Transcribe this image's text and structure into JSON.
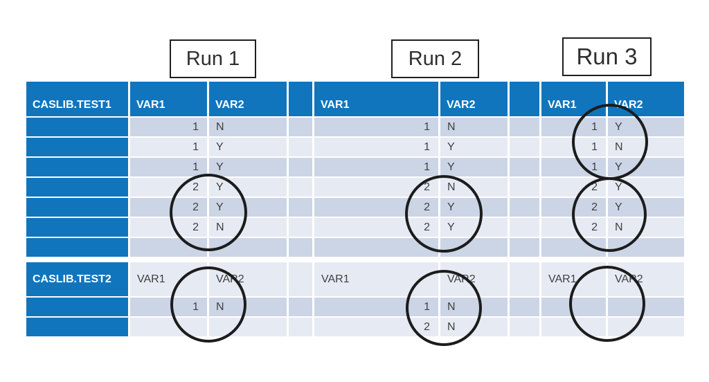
{
  "slide": {
    "run_labels": [
      "Run 1",
      "Run 2",
      "Run 3"
    ]
  },
  "colors": {
    "header_blue": "#1075BD",
    "band_dark": "#CBD5E6",
    "band_light": "#E6EAF3",
    "ink": "#3F3F3F",
    "header_text": "#FFFFFF",
    "annotation": "#1C1C1C",
    "box_border": "#1E1E1E"
  },
  "table1": {
    "label": "CASLIB.TEST1",
    "columns": [
      "VAR1",
      "VAR2",
      "VAR1",
      "VAR2",
      "VAR1",
      "VAR2"
    ],
    "rows": [
      {
        "run1": [
          "1",
          "N"
        ],
        "run2": [
          "1",
          "N"
        ],
        "run3": [
          "1",
          "Y"
        ]
      },
      {
        "run1": [
          "1",
          "Y"
        ],
        "run2": [
          "1",
          "Y"
        ],
        "run3": [
          "1",
          "N"
        ]
      },
      {
        "run1": [
          "1",
          "Y"
        ],
        "run2": [
          "1",
          "Y"
        ],
        "run3": [
          "1",
          "Y"
        ]
      },
      {
        "run1": [
          "2",
          "Y"
        ],
        "run2": [
          "2",
          "N"
        ],
        "run3": [
          "2",
          "Y"
        ]
      },
      {
        "run1": [
          "2",
          "Y"
        ],
        "run2": [
          "2",
          "Y"
        ],
        "run3": [
          "2",
          "Y"
        ]
      },
      {
        "run1": [
          "2",
          "N"
        ],
        "run2": [
          "2",
          "Y"
        ],
        "run3": [
          "2",
          "N"
        ]
      },
      {
        "run1": [
          "",
          ""
        ],
        "run2": [
          "",
          ""
        ],
        "run3": [
          "",
          ""
        ]
      }
    ]
  },
  "table2": {
    "label": "CASLIB.TEST2",
    "columns": [
      "VAR1",
      "VAR2",
      "VAR1",
      "VAR2",
      "VAR1",
      "VAR2"
    ],
    "rows": [
      {
        "run1": [
          "1",
          "N"
        ],
        "run2": [
          "1",
          "N"
        ],
        "run3": [
          "",
          ""
        ]
      },
      {
        "run1": [
          "",
          ""
        ],
        "run2": [
          "2",
          "N"
        ],
        "run3": [
          "",
          ""
        ]
      }
    ]
  },
  "annotations": [
    {
      "shape": "circle",
      "target": "test1 run1 rows 4-6"
    },
    {
      "shape": "circle",
      "target": "test1 run2 rows 4-6"
    },
    {
      "shape": "circle",
      "target": "test1 run3 rows 1-3"
    },
    {
      "shape": "circle",
      "target": "test1 run3 rows 4-6"
    },
    {
      "shape": "circle",
      "target": "test2 run1 rows 1-2"
    },
    {
      "shape": "circle",
      "target": "test2 run2 rows 1-2"
    },
    {
      "shape": "circle",
      "target": "test2 run3 rows 1-2"
    }
  ]
}
